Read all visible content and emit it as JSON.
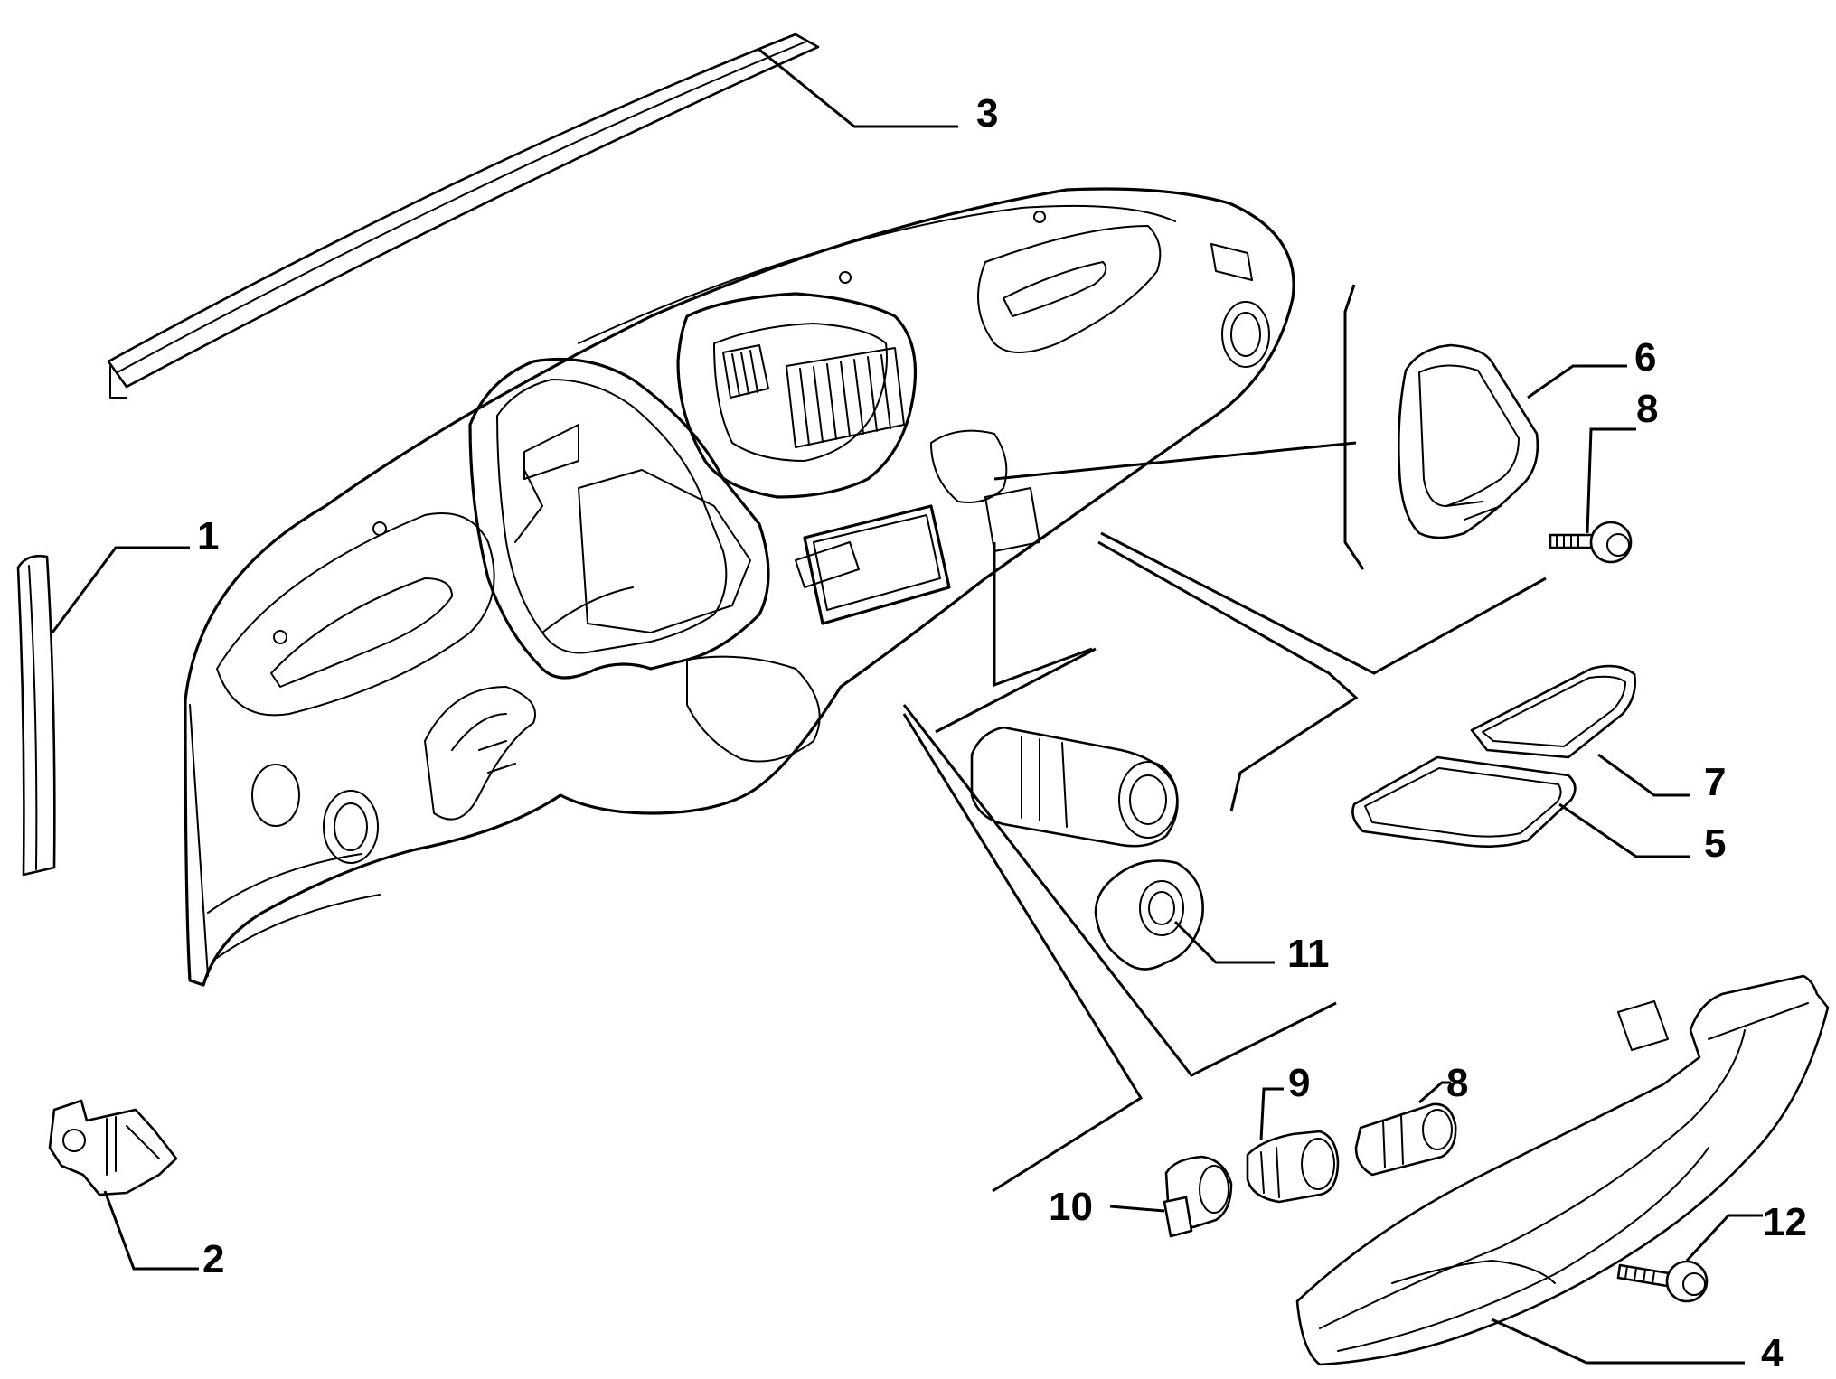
{
  "diagram": {
    "callouts": [
      {
        "id": "p1",
        "label": "1"
      },
      {
        "id": "p2",
        "label": "2"
      },
      {
        "id": "p3",
        "label": "3"
      },
      {
        "id": "p4",
        "label": "4"
      },
      {
        "id": "p5",
        "label": "5"
      },
      {
        "id": "p6",
        "label": "6"
      },
      {
        "id": "p7",
        "label": "7"
      },
      {
        "id": "p8a",
        "label": "8"
      },
      {
        "id": "p8b",
        "label": "8"
      },
      {
        "id": "p9",
        "label": "9"
      },
      {
        "id": "p10",
        "label": "10"
      },
      {
        "id": "p11",
        "label": "11"
      },
      {
        "id": "p12",
        "label": "12"
      }
    ]
  }
}
